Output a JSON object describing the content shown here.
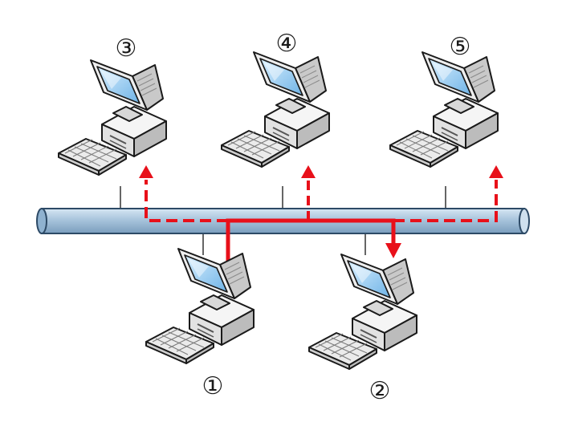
{
  "nodes": [
    {
      "id": "1",
      "label": "①",
      "role": "sender"
    },
    {
      "id": "2",
      "label": "②",
      "role": "receiver"
    },
    {
      "id": "3",
      "label": "③",
      "role": "listener"
    },
    {
      "id": "4",
      "label": "④",
      "role": "listener"
    },
    {
      "id": "5",
      "label": "⑤",
      "role": "listener"
    }
  ],
  "colors": {
    "bus_fill": "#a8c4dc",
    "bus_stroke": "#2d4a66",
    "signal": "#e8101a",
    "monitor_case": "#e9e9e9",
    "screen": "#8fc7ef",
    "outline": "#1a1a1a"
  },
  "icons": {
    "computer": "desktop-computer-icon"
  }
}
